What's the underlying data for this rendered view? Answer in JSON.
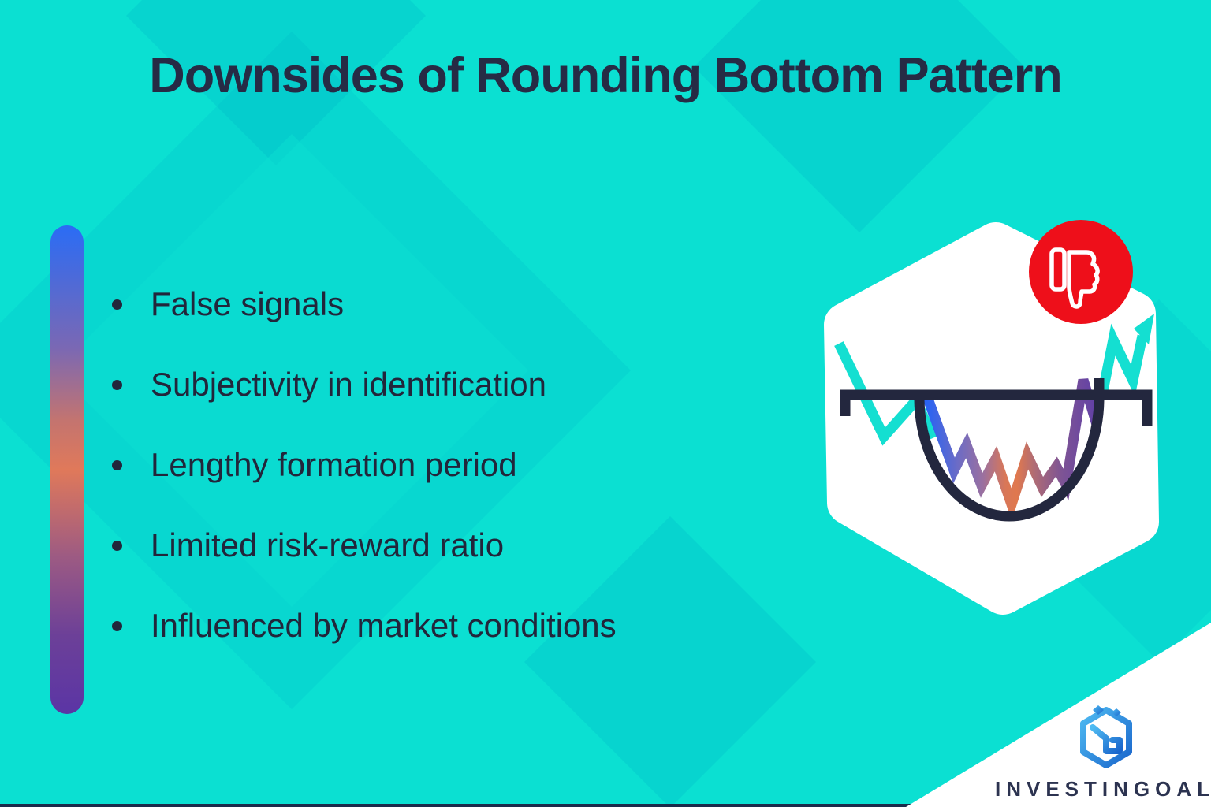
{
  "title": "Downsides of Rounding Bottom Pattern",
  "bullets": [
    "False signals",
    "Subjectivity in identification",
    "Lengthy formation period",
    "Limited risk-reward ratio",
    "Influenced by market conditions"
  ],
  "brand": {
    "name": "INVESTINGOAL",
    "logo_icon": "investingoal-hexagon-logo"
  },
  "illustration": {
    "badge_shape": "rounded-hexagon",
    "icons": [
      "thumbs-down-icon",
      "rounding-bottom-chart-icon",
      "breakout-up-arrow-icon"
    ],
    "chart_parts": [
      "downtrend-zigzag",
      "neckline",
      "cup-arc",
      "bottoming-zigzag",
      "breakout-arrow"
    ]
  },
  "colors": {
    "background_teal": "#0BE0D2",
    "pattern_cyan": "#00B8C9",
    "text_navy": "#22263B",
    "title_navy": "#262B45",
    "chart_navy": "#23273E",
    "badge_red": "#EE0F1A",
    "line_teal": "#14DFD1",
    "white": "#FFFFFF",
    "bar_gradient": [
      "#2A6CF5",
      "#E0795A",
      "#5B35A5"
    ],
    "zigzag_gradient": [
      "#2B63F2",
      "#E0784E",
      "#5F3FA8"
    ],
    "logo_blue_gradient": [
      "#4FBBF2",
      "#1A66CC"
    ],
    "bottom_strip_navy": "#1C2B4A"
  }
}
